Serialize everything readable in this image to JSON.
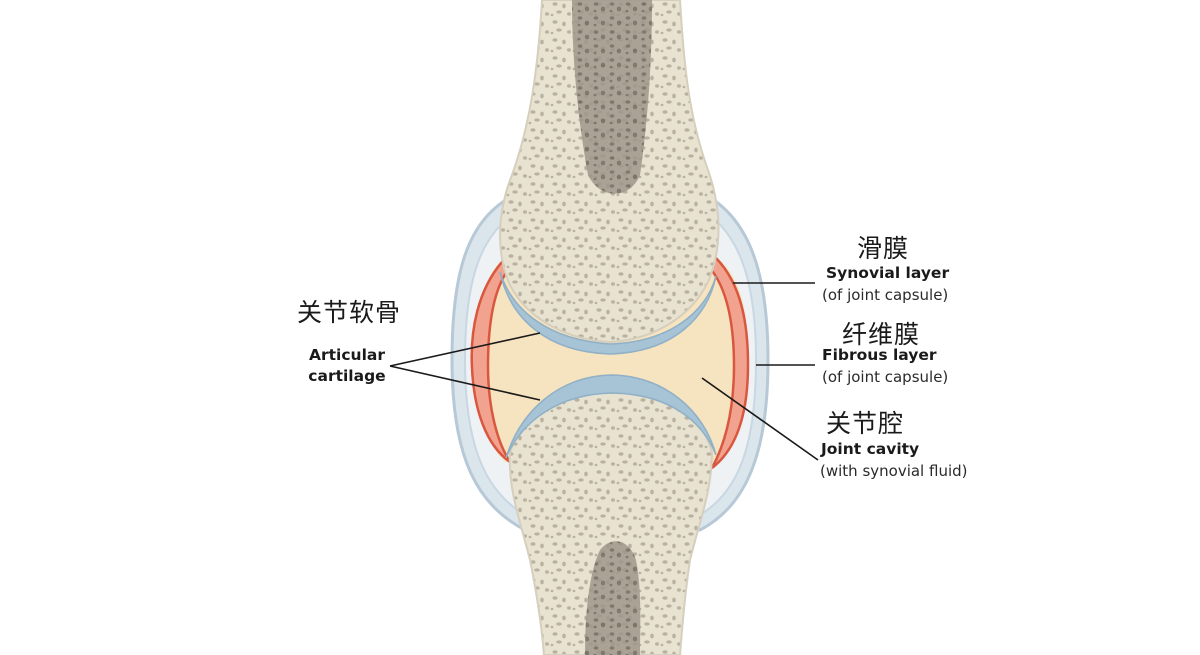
{
  "labels": {
    "articular_cartilage": {
      "zh": "关节软骨",
      "en_line1": "Articular",
      "en_line2": "cartilage"
    },
    "synovial_layer": {
      "zh": "滑膜",
      "en": "Synovial layer",
      "sub": "(of joint capsule)"
    },
    "fibrous_layer": {
      "zh": "纤维膜",
      "en": "Fibrous layer",
      "sub": "(of joint capsule)"
    },
    "joint_cavity": {
      "zh": "关节腔",
      "en": "Joint cavity",
      "sub": "(with synovial fluid)"
    }
  },
  "colors": {
    "bone": "#e6e0cf",
    "bone_pores": "#b9b2a1",
    "marrow": "#8a8478",
    "cartilage": "#a7c3d6",
    "synovial_membrane": "#e8826a",
    "fibrous_capsule": "#c9d7e2",
    "synovial_fluid": "#f6e3bf",
    "leader_line": "#1a1a1a"
  }
}
